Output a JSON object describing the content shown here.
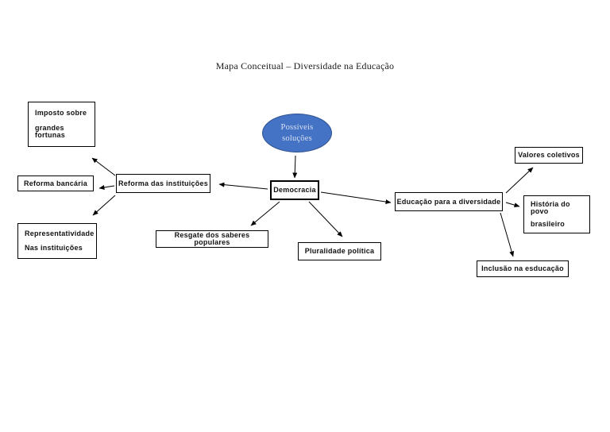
{
  "title": "Mapa Conceitual – Diversidade na Educação",
  "colors": {
    "ellipse_fill": "#4472C4",
    "ellipse_border": "#2F528F",
    "ellipse_text": "#D9E2F3",
    "box_border": "#000000",
    "box_text": "#111111",
    "arrow": "#000000",
    "background": "#FFFFFF"
  },
  "nodes": {
    "possiveis_solucoes": {
      "line1": "Possíveis",
      "line2": "soluções"
    },
    "democracia": {
      "label": "Democracia"
    },
    "imposto_grandes_fortunas": {
      "line1": "Imposto sobre",
      "line2": "grandes fortunas"
    },
    "reforma_bancaria": {
      "label": "Reforma bancária"
    },
    "representatividade": {
      "line1": "Representatividade",
      "line2": "Nas instituições"
    },
    "reforma_das_instituicoes": {
      "label": "Reforma das instituições"
    },
    "resgate_saberes": {
      "label": "Resgate dos saberes populares"
    },
    "pluralidade_politica": {
      "label": "Pluralidade política"
    },
    "educacao_diversidade": {
      "label": "Educação para a diversidade"
    },
    "valores_coletivos": {
      "label": "Valores coletivos"
    },
    "historia_povo": {
      "line1": "História do povo",
      "line2": "brasileiro"
    },
    "inclusao_educacao": {
      "label": "Inclusão na esducação"
    }
  }
}
